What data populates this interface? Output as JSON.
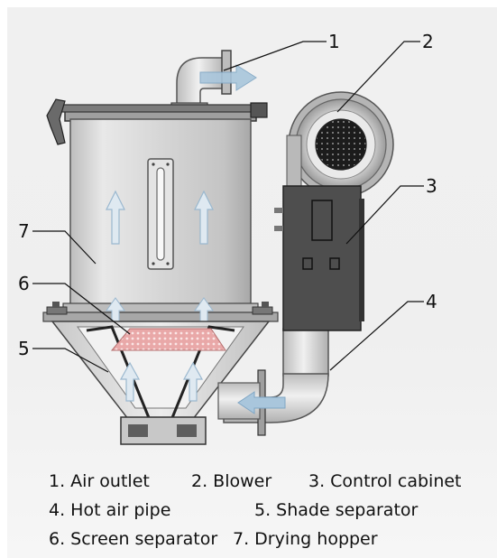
{
  "callouts": [
    "1",
    "2",
    "3",
    "4",
    "5",
    "6",
    "7"
  ],
  "legend": [
    "1. Air outlet",
    "2. Blower",
    "3. Control cabinet",
    "4. Hot air pipe",
    "5. Shade separator",
    "6. Screen separator",
    "7. Drying hopper"
  ],
  "colors": {
    "background": "#f0f0f0",
    "hopper_body": "#d8d8d8",
    "cabinet": "#4a4a4a",
    "airflow_arrow": "#a9c6dc",
    "screen": "#e5a9a9"
  }
}
